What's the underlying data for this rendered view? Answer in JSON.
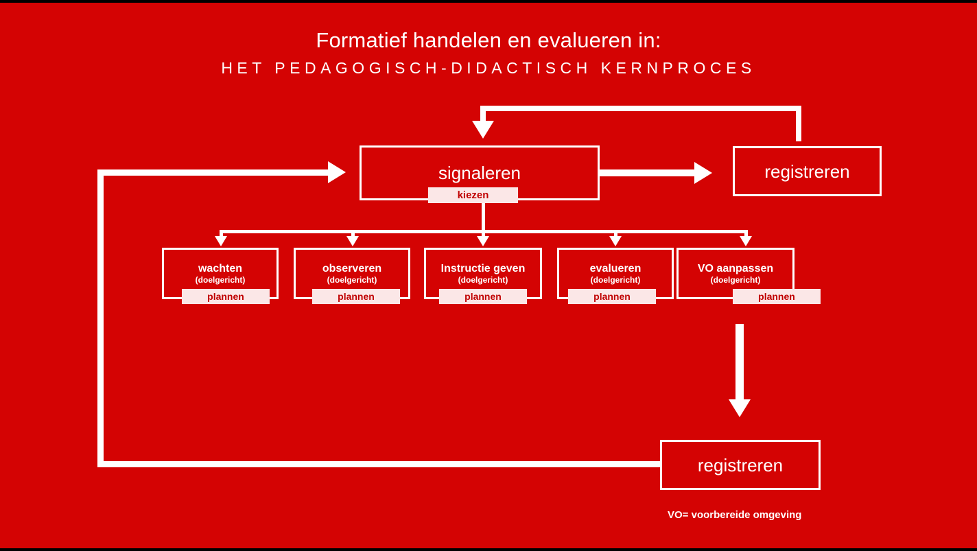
{
  "slide": {
    "background_color": "#D40303",
    "accent_color": "#FFFFFF",
    "badge_bg_color": "#FBE7E7",
    "badge_text_color": "#C00000",
    "title_main": "Formatief handelen en evalueren in:",
    "title_sub": "HET PEDAGOGISCH-DIDACTISCH KERNPROCES",
    "footnote": "VO= voorbereide omgeving"
  },
  "nodes": {
    "signaleren": {
      "label": "signaleren",
      "badge": "kiezen"
    },
    "registreren_top": {
      "label": "registreren"
    },
    "registreren_bottom": {
      "label": "registreren"
    }
  },
  "actions": [
    {
      "label": "wachten",
      "sub": "(doelgericht)",
      "badge": "plannen"
    },
    {
      "label": "observeren",
      "sub": "(doelgericht)",
      "badge": "plannen"
    },
    {
      "label": "Instructie geven",
      "sub": "(doelgericht)",
      "badge": "plannen"
    },
    {
      "label": "evalueren",
      "sub": "(doelgericht)",
      "badge": "plannen"
    },
    {
      "label": "VO aanpassen",
      "sub": "(doelgericht)",
      "badge": "plannen"
    }
  ]
}
